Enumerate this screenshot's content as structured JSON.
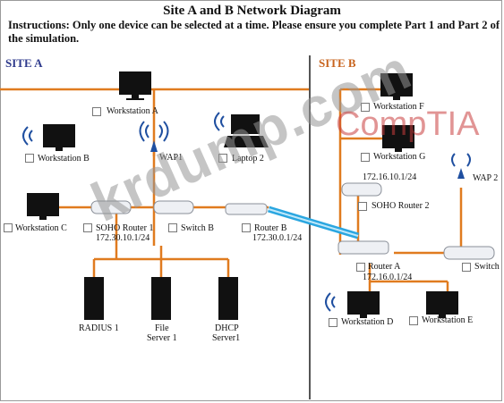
{
  "title": "Site A and B Network Diagram",
  "instructions": "Instructions: Only one device can be selected at a time. Please ensure you complete Part 1 and Part 2 of the simulation.",
  "site_a": {
    "label": "SITE A",
    "devices": {
      "workstation_a": "Workstation A",
      "workstation_b": "Workstation B",
      "wap1": "WAP1",
      "laptop2": "Laptop 2",
      "workstation_c": "Workstation C",
      "soho_router1": "SOHO Router 1",
      "soho_router1_ip": "172.30.10.1/24",
      "switch_b": "Switch B",
      "router_b": "Router B",
      "router_b_ip": "172.30.0.1/24",
      "radius1": "RADIUS 1",
      "file_server_1": "File",
      "file_server_2": "Server 1",
      "dhcp_server_1": "DHCP",
      "dhcp_server_2": "Server1"
    }
  },
  "site_b": {
    "label": "SITE B",
    "devices": {
      "workstation_f": "Workstation F",
      "workstation_g": "Workstation G",
      "workstation_g_ip": "172.16.10.1/24",
      "wap2": "WAP 2",
      "soho_router2": "SOHO Router 2",
      "router_a": "Router A",
      "router_a_ip": "172.16.0.1/24",
      "switch": "Switch",
      "workstation_d": "Workstation D",
      "workstation_e": "Workstation E"
    }
  },
  "watermarks": {
    "krdump": "krdump.com",
    "comptia": "CompTIA"
  },
  "colors": {
    "link": "#e07b1f",
    "wan": "#2aa6e0",
    "site_a": "#2e3a8c",
    "site_b": "#c8641e"
  }
}
